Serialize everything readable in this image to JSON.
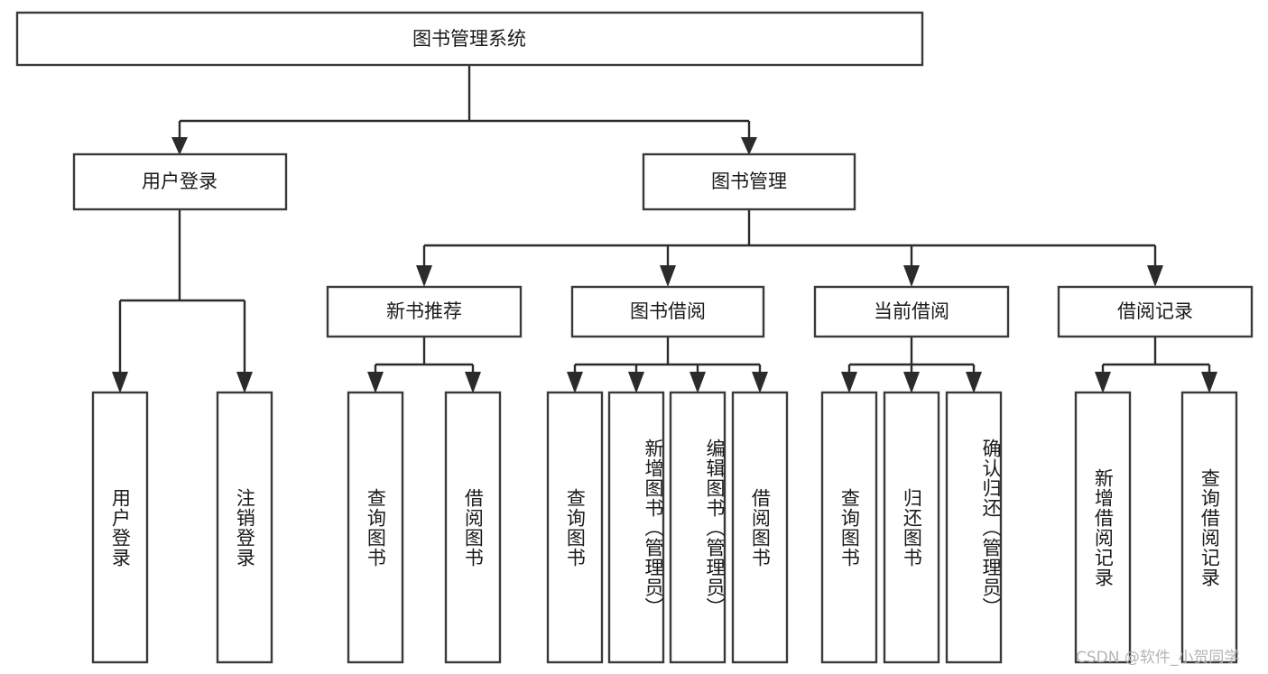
{
  "diagram": {
    "type": "tree-hierarchy",
    "title": "图书管理系统",
    "root": {
      "label": "图书管理系统",
      "orientation": "horizontal"
    },
    "level2": [
      {
        "label": "用户登录",
        "orientation": "horizontal"
      },
      {
        "label": "图书管理",
        "orientation": "horizontal"
      }
    ],
    "level3": [
      {
        "label": "新书推荐",
        "orientation": "horizontal"
      },
      {
        "label": "图书借阅",
        "orientation": "horizontal"
      },
      {
        "label": "当前借阅",
        "orientation": "horizontal"
      },
      {
        "label": "借阅记录",
        "orientation": "horizontal"
      }
    ],
    "leaves": {
      "user_login": [
        {
          "label": "用户登录",
          "orientation": "vertical"
        },
        {
          "label": "注销登录",
          "orientation": "vertical"
        }
      ],
      "new_book_recommend": [
        {
          "label": "查询图书",
          "orientation": "vertical"
        },
        {
          "label": "借阅图书",
          "orientation": "vertical"
        }
      ],
      "book_borrow": [
        {
          "label": "查询图书",
          "orientation": "vertical"
        },
        {
          "label": "新增图书（管理员）",
          "orientation": "vertical"
        },
        {
          "label": "编辑图书（管理员）",
          "orientation": "vertical"
        },
        {
          "label": "借阅图书",
          "orientation": "vertical"
        }
      ],
      "current_borrow": [
        {
          "label": "查询图书",
          "orientation": "vertical"
        },
        {
          "label": "归还图书",
          "orientation": "vertical"
        },
        {
          "label": "确认归还（管理员）",
          "orientation": "vertical"
        }
      ],
      "borrow_record": [
        {
          "label": "新增借阅记录",
          "orientation": "vertical"
        },
        {
          "label": "查询借阅记录",
          "orientation": "vertical"
        }
      ]
    },
    "colors": {
      "box_border": "#3a3a3a",
      "connector": "#2b2b2b",
      "box_fill": "#ffffff",
      "text": "#1a1a1a",
      "background": "#ffffff",
      "watermark": "#b4b4b4"
    }
  },
  "watermark": {
    "text": "CSDN @软件_小贺同学"
  }
}
